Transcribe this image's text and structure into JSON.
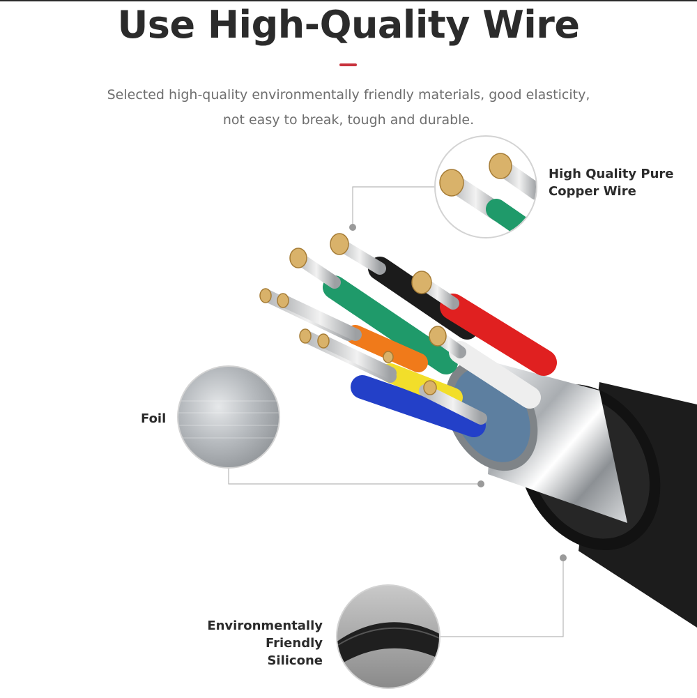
{
  "header": {
    "title": "Use High-Quality Wire",
    "subtitle_line1": "Selected high-quality environmentally friendly materials, good elasticity,",
    "subtitle_line2": "not easy to break, tough and durable.",
    "accent_color": "#c8323c"
  },
  "callouts": {
    "copper": {
      "line1": "High Quality Pure",
      "line2": "Copper Wire"
    },
    "foil": {
      "line1": "Foil"
    },
    "silicone": {
      "line1": "Environmentally Friendly",
      "line2": "Silicone"
    }
  },
  "wire_colors": {
    "jacket": "#1a1a1a",
    "shield": "#b8bcc0",
    "green": "#1f9a6a",
    "black": "#1b1b1b",
    "red": "#e02020",
    "white": "#eeeeee",
    "orange": "#f07a1a",
    "yellow": "#f2de2a",
    "blue": "#2340c8",
    "copper": "#d9b26a"
  }
}
